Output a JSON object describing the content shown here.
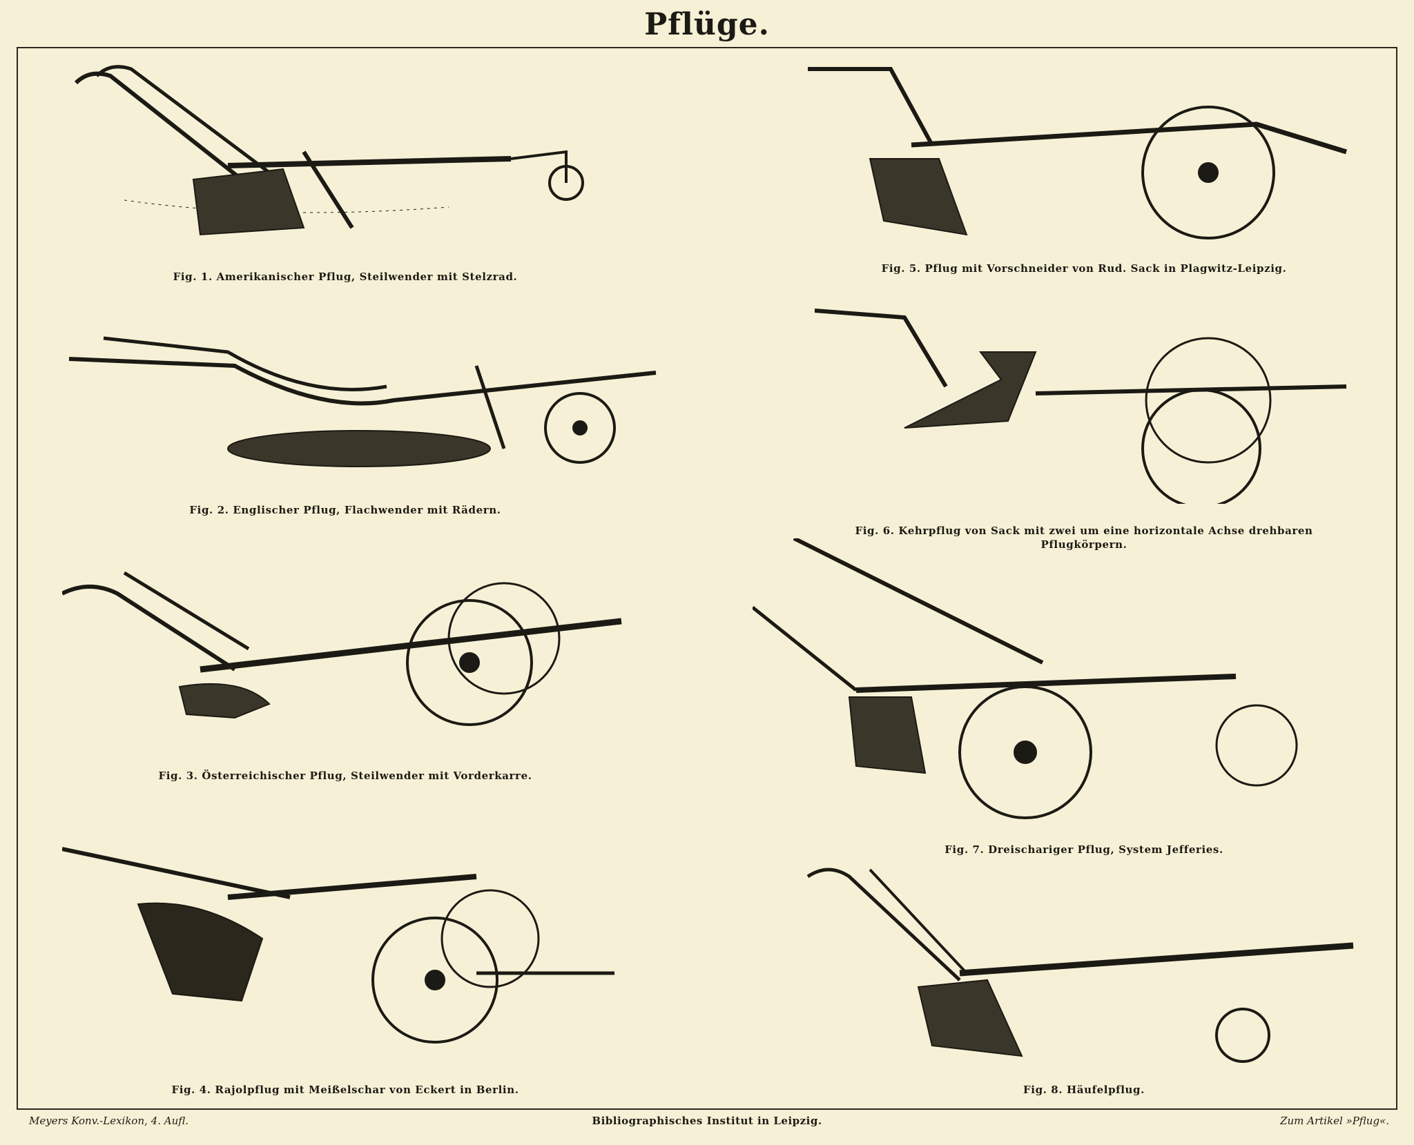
{
  "title": "Pflüge.",
  "figures": [
    {
      "caption": "Fig. 1.  Amerikanischer Pflug, Steilwender mit Stelzrad."
    },
    {
      "caption": "Fig. 2.  Englischer Pflug, Flachwender mit Rädern."
    },
    {
      "caption": "Fig. 3.  Österreichischer Pflug, Steilwender mit Vorderkarre."
    },
    {
      "caption": "Fig. 4.  Rajolpflug mit Meißelschar von Eckert in Berlin."
    },
    {
      "caption": "Fig. 5.  Pflug mit Vorschneider von Rud. Sack in Plagwitz-Leipzig."
    },
    {
      "caption_line1": "Fig. 6.  Kehrpflug von Sack mit zwei um eine horizontale Achse drehbaren",
      "caption_line2": "Pflugkörpern."
    },
    {
      "caption": "Fig. 7.  Dreischariger Pflug, System Jefferies."
    },
    {
      "caption": "Fig. 8.  Häufelpflug."
    }
  ],
  "footer": {
    "left": "Meyers Konv.-Lexikon, 4. Aufl.",
    "center": "Bibliographisches Institut in Leipzig.",
    "right": "Zum Artikel »Pflug«."
  },
  "colors": {
    "paper": "#f6f1d6",
    "ink": "#1c1a14"
  }
}
